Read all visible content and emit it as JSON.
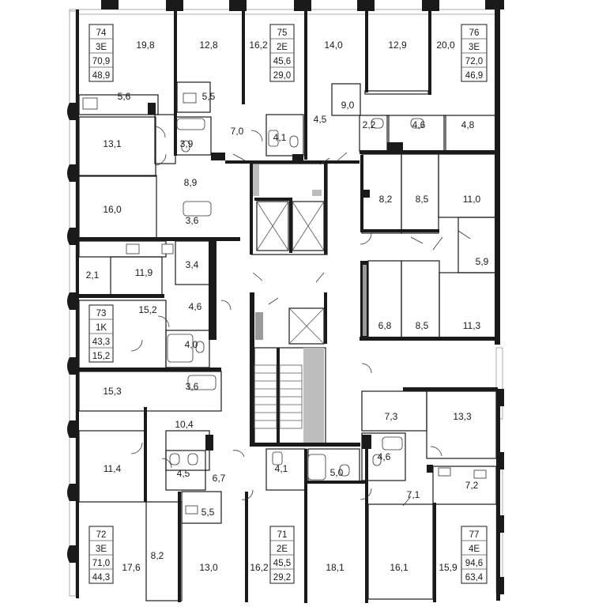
{
  "apartments": [
    {
      "id": "apt-74",
      "lines": [
        "74",
        "3E",
        "70,9",
        "48,9"
      ]
    },
    {
      "id": "apt-75",
      "lines": [
        "75",
        "2E",
        "45,6",
        "29,0"
      ]
    },
    {
      "id": "apt-76",
      "lines": [
        "76",
        "3E",
        "72,0",
        "46,9"
      ]
    },
    {
      "id": "apt-73",
      "lines": [
        "73",
        "1K",
        "43,3",
        "15,2"
      ]
    },
    {
      "id": "apt-72",
      "lines": [
        "72",
        "3E",
        "71,0",
        "44,3"
      ]
    },
    {
      "id": "apt-71",
      "lines": [
        "71",
        "2E",
        "45,5",
        "29,2"
      ]
    },
    {
      "id": "apt-77",
      "lines": [
        "77",
        "4E",
        "94,6",
        "63,4"
      ]
    }
  ],
  "rooms": [
    "19,8",
    "12,8",
    "16,2",
    "14,0",
    "12,9",
    "20,0",
    "5,6",
    "5,5",
    "9,0",
    "4,5",
    "2,2",
    "4,6",
    "4,8",
    "13,1",
    "3,9",
    "7,0",
    "4,1",
    "8,9",
    "16,0",
    "3,6",
    "8,2",
    "8,5",
    "11,0",
    "5,9",
    "2,1",
    "11,9",
    "3,4",
    "4,6",
    "15,2",
    "6,8",
    "8,5",
    "11,3",
    "4,0",
    "3,6",
    "15,3",
    "7,3",
    "13,3",
    "10,4",
    "11,4",
    "4,5",
    "6,7",
    "4,1",
    "5,0",
    "4,6",
    "7,2",
    "7,1",
    "5,5",
    "8,2",
    "17,6",
    "13,0",
    "16,2",
    "18,1",
    "16,1",
    "15,9"
  ]
}
